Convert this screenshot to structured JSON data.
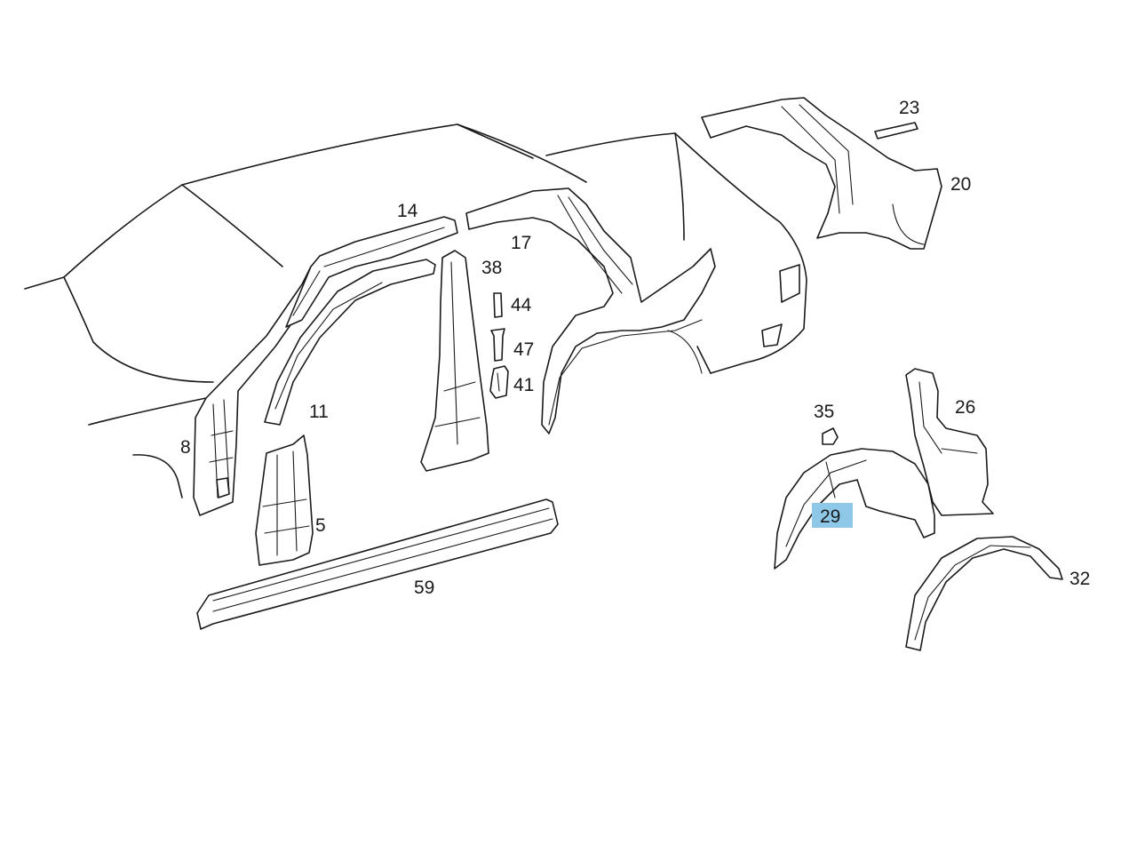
{
  "callouts": {
    "p5": "5",
    "p8": "8",
    "p11": "11",
    "p14": "14",
    "p17": "17",
    "p20": "20",
    "p23": "23",
    "p26": "26",
    "p29": "29",
    "p32": "32",
    "p35": "35",
    "p38": "38",
    "p41": "41",
    "p44": "44",
    "p47": "47",
    "p59": "59"
  },
  "highlight": {
    "part": "29",
    "color": "#8ec8e8"
  }
}
